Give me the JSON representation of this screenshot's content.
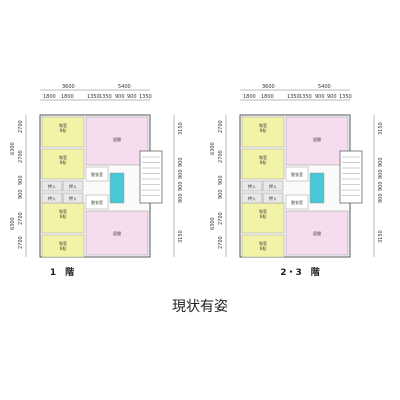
{
  "caption": "現状有姿",
  "plans": [
    {
      "floor_label": "1　階",
      "dims": {
        "top_outer": [
          "3600",
          "5400"
        ],
        "top_inner": [
          "1800",
          "1800",
          "1350",
          "1350",
          "900",
          "900",
          "1350"
        ],
        "left_outer": [
          "6300",
          "6300"
        ],
        "left_inner": [
          "2700",
          "2700",
          "900",
          "900",
          "2700",
          "2700"
        ],
        "right": [
          "3150",
          "900",
          "900",
          "900",
          "900",
          "3150"
        ]
      },
      "rooms": {
        "wa1": "和室\n6帖",
        "wa2": "和室\n6帖",
        "wa3": "和室\n6帖",
        "wa4": "和室\n6帖",
        "ima1": "居間",
        "ima2": "居間",
        "oshi": [
          "押入",
          "押入",
          "押入",
          "押入"
        ],
        "senmen": [
          "脱衣室",
          "脱衣室"
        ]
      }
    },
    {
      "floor_label": "2・3　階",
      "dims": {
        "top_outer": [
          "3600",
          "5400"
        ],
        "top_inner": [
          "1800",
          "1800",
          "1350",
          "1350",
          "900",
          "900",
          "1350"
        ],
        "left_outer": [
          "6300",
          "6300"
        ],
        "left_inner": [
          "2700",
          "2700",
          "900",
          "900",
          "2700",
          "2700"
        ],
        "right": [
          "3150",
          "900",
          "900",
          "900",
          "900",
          "3150"
        ]
      },
      "rooms": {
        "wa1": "和室\n6帖",
        "wa2": "和室\n6帖",
        "wa3": "和室\n6帖",
        "wa4": "和室\n6帖",
        "ima1": "居間",
        "ima2": "居間",
        "oshi": [
          "押入",
          "押入",
          "押入",
          "押入"
        ],
        "senmen": [
          "脱衣室",
          "脱衣室"
        ]
      }
    }
  ],
  "colors": {
    "washitsu": "#f3f3a8",
    "ima": "#f6dcef",
    "oshiire": "#e9e9e9",
    "bath": "#48c7d6",
    "wall": "#555555"
  }
}
